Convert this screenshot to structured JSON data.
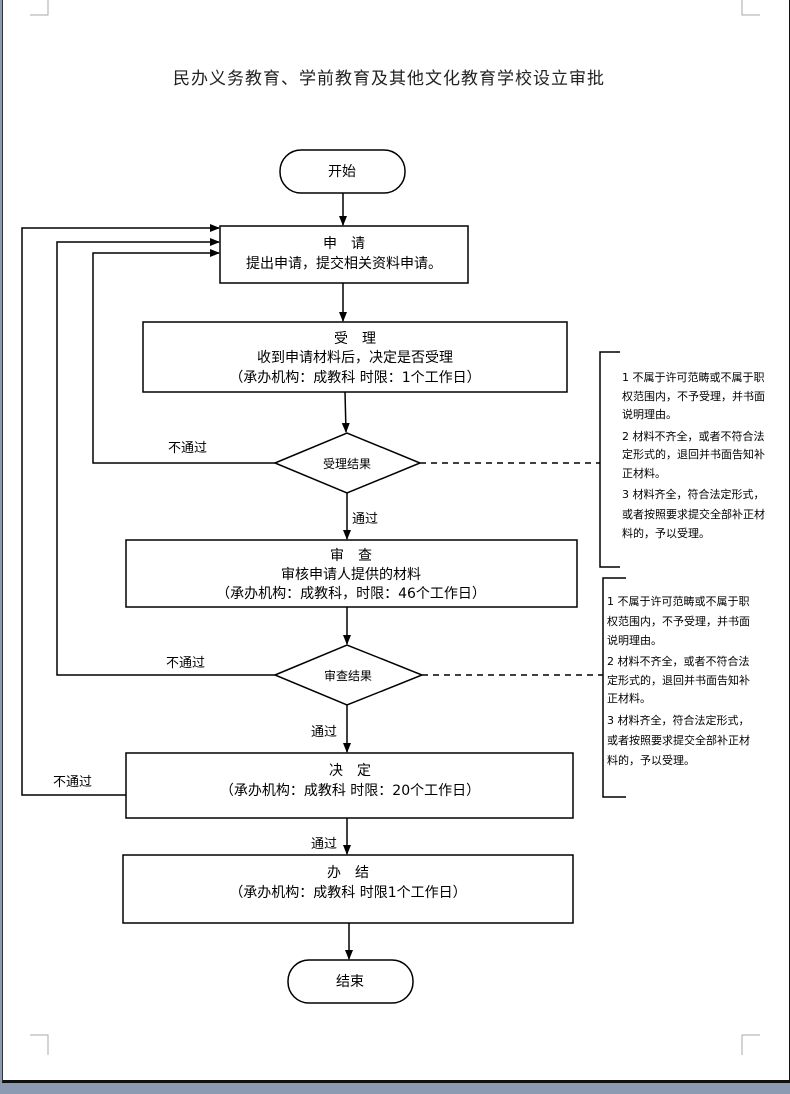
{
  "title": "民办义务教育、学前教育及其他文化教育学校设立审批",
  "start": "开始",
  "end": "结束",
  "apply": {
    "heading": "申　请",
    "desc": "提出申请，提交相关资料申请。"
  },
  "accept": {
    "heading": "受　理",
    "desc": "收到申请材料后，决定是否受理",
    "agency": "（承办机构：成教科 时限：1个工作日）"
  },
  "accept_result": "受理结果",
  "review": {
    "heading": "审　查",
    "desc": "审核申请人提供的材料",
    "agency": "（承办机构：成教科，时限：46个工作日）"
  },
  "review_result": "审查结果",
  "decide": {
    "heading": "决　定",
    "agency": "（承办机构：成教科 时限：20个工作日）"
  },
  "finish": {
    "heading": "办　结",
    "agency": "（承办机构：成教科 时限1个工作日）"
  },
  "labels": {
    "fail1": "不通过",
    "pass1": "通过",
    "fail2": "不通过",
    "pass2": "通过",
    "fail3": "不通过",
    "pass3": "通过"
  },
  "notes1": [
    "1 不属于许可范畴或不属于职",
    "权范围内，不予受理，并书面",
    "说明理由。",
    "2 材料不齐全，或者不符合法",
    "定形式的，退回并书面告知补",
    "正材料。",
    "3 材料齐全，符合法定形式，",
    "或者按照要求提交全部补正材",
    "料的，予以受理。"
  ],
  "notes2": [
    "1 不属于许可范畴或不属于职",
    "权范围内，不予受理，并书面",
    "说明理由。",
    "2 材料不齐全，或者不符合法",
    "定形式的，退回并书面告知补",
    "正材料。",
    "3 材料齐全，符合法定形式，",
    "或者按照要求提交全部补正材",
    "料的，予以受理。"
  ]
}
